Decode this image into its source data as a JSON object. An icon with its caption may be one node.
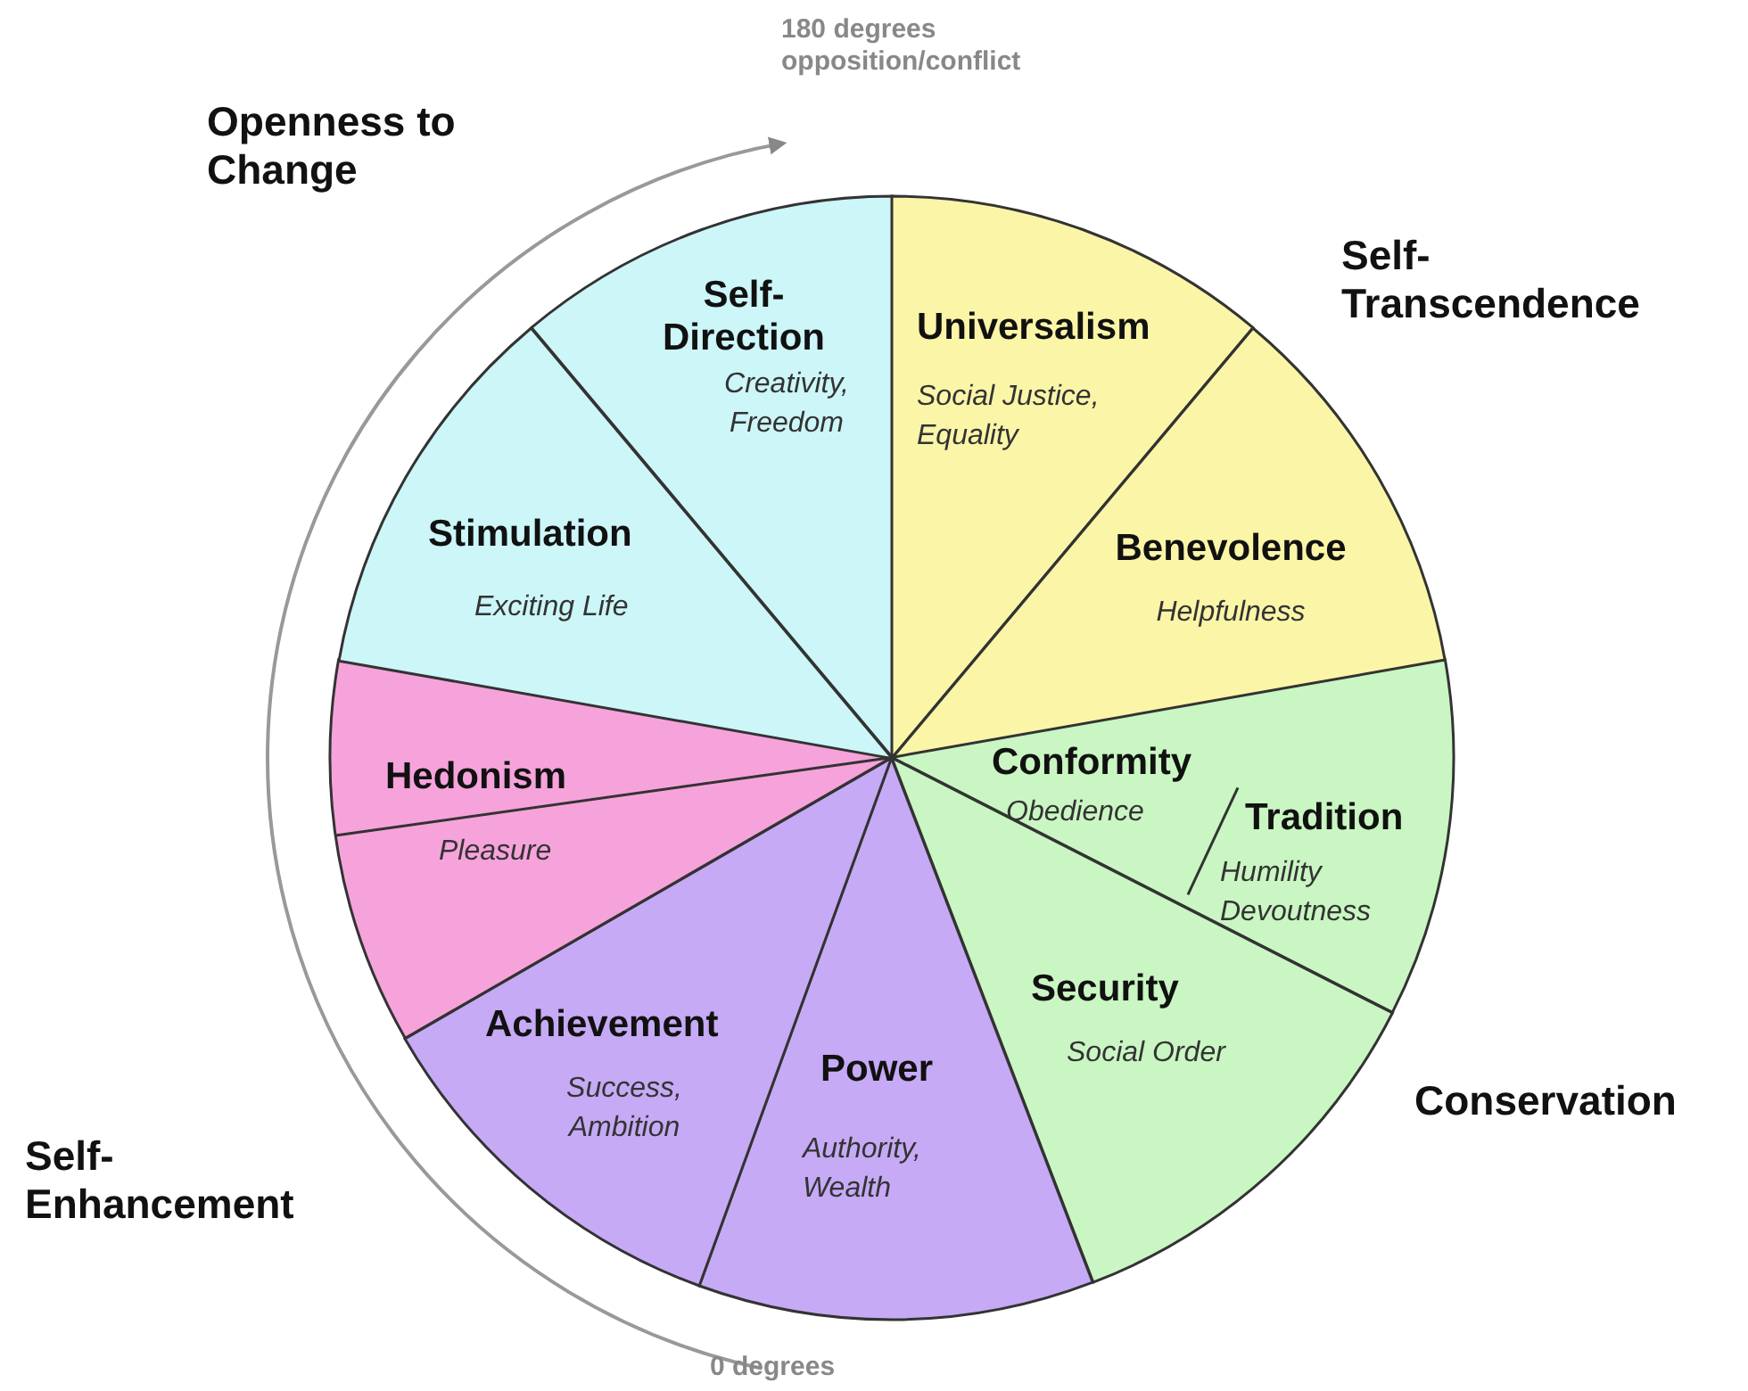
{
  "diagram": {
    "nodes": [
      {
        "text": [
          "Self-Direction",
          "Creativity, Freedom"
        ]
      },
      {
        "text": [
          "Universalism",
          "Social Justice, Equality"
        ]
      },
      {
        "text": [
          "Benevolence",
          "Helpfulness"
        ]
      },
      {
        "text": [
          "Conformity",
          "Obedience",
          "Tradition",
          "Humility Devoutness"
        ]
      },
      {
        "text": [
          "Security",
          "Social Order"
        ]
      },
      {
        "text": [
          "Power",
          "Authority, Wealth"
        ]
      },
      {
        "text": [
          "Achievement",
          "Success, Ambition"
        ]
      },
      {
        "text": [
          "Hedonism",
          "Pleasure"
        ]
      },
      {
        "text": [
          "Stimulation",
          "Exciting Life"
        ]
      }
    ],
    "labels": [
      "180 degrees opposition/conflict",
      "Openness to Change",
      "Self-Transcendence",
      "Conservation",
      "Self-Enhancement",
      "0 degrees"
    ]
  }
}
